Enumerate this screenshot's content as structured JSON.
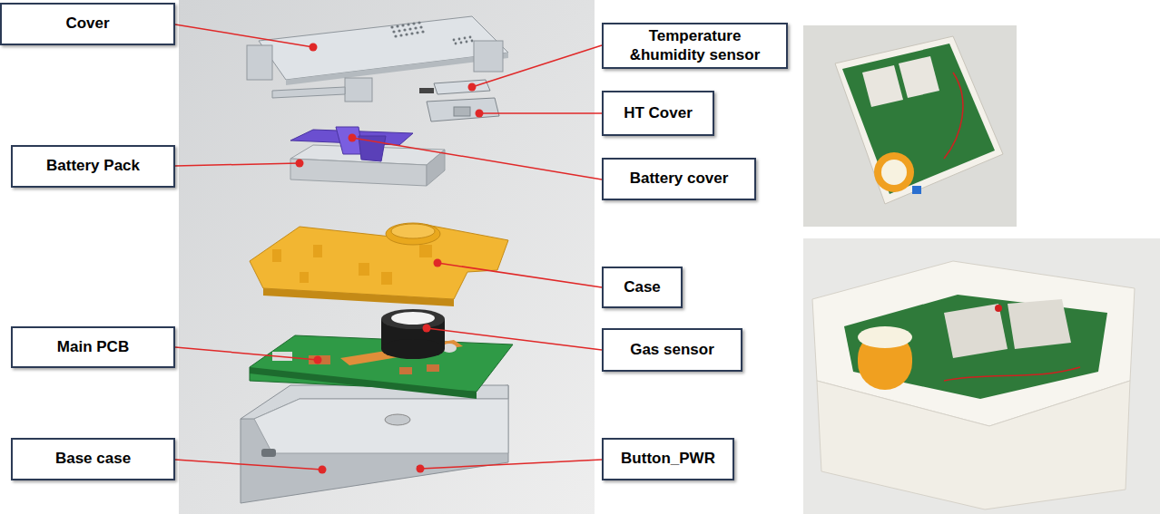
{
  "diagram": {
    "nodes": [
      {
        "text": [
          "Cover"
        ]
      },
      {
        "text": [
          "Temperature &humidity sensor"
        ]
      },
      {
        "text": [
          "HT Cover"
        ]
      },
      {
        "text": [
          "Battery Pack"
        ]
      },
      {
        "text": [
          "Battery cover"
        ]
      },
      {
        "text": [
          "Case"
        ]
      },
      {
        "text": [
          "Main PCB"
        ]
      },
      {
        "text": [
          "Gas sensor"
        ]
      },
      {
        "text": [
          "Base case"
        ]
      },
      {
        "text": [
          "Button_PWR"
        ]
      }
    ]
  }
}
